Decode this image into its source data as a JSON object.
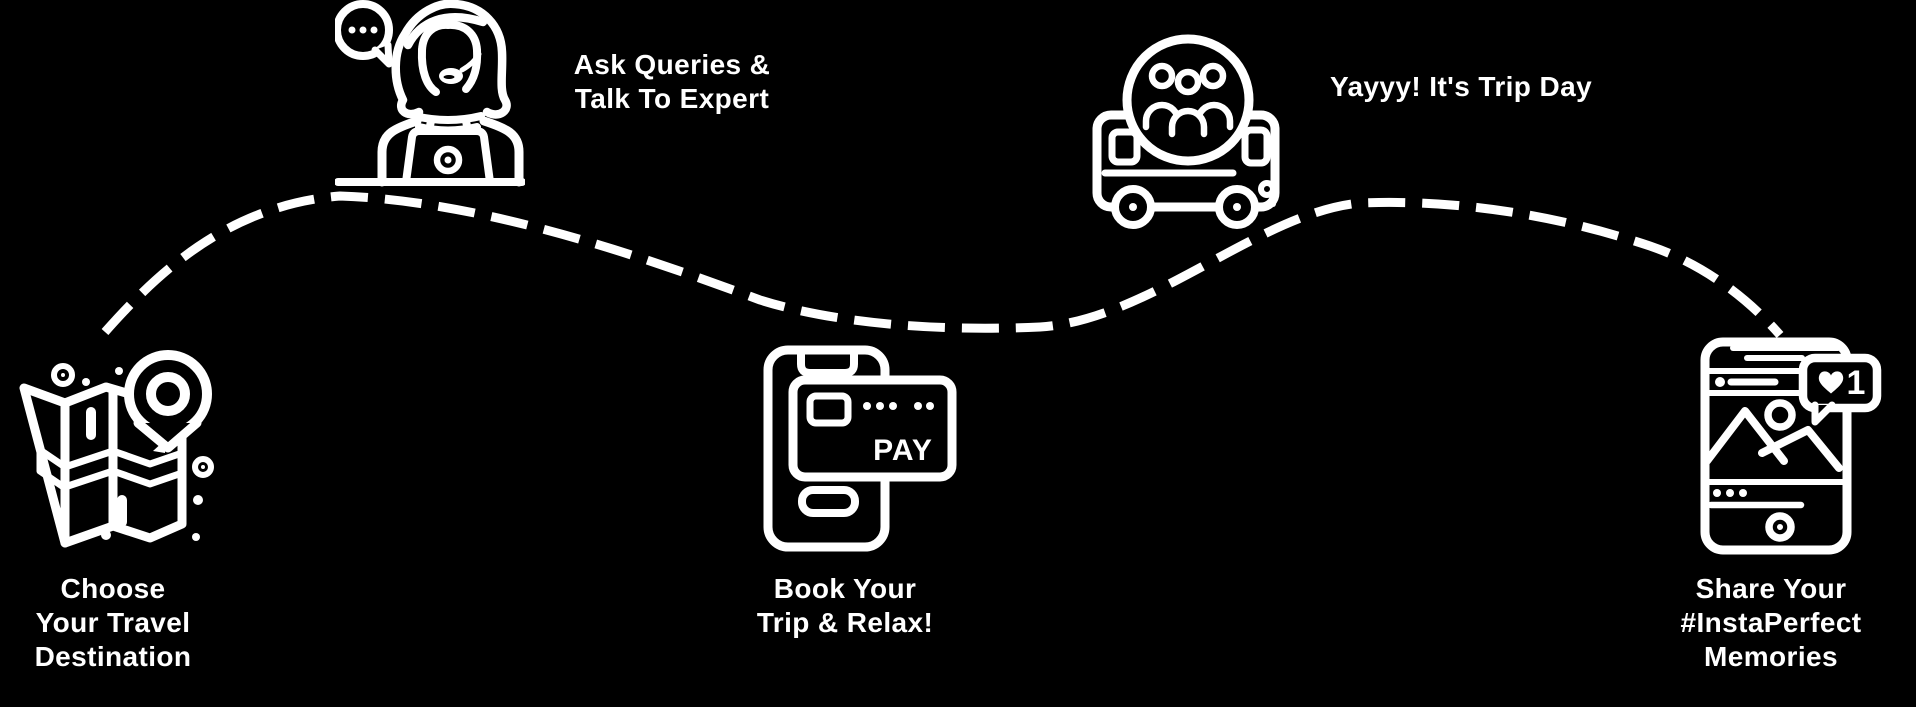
{
  "background": "#000000",
  "line_color": "#ffffff",
  "steps": [
    {
      "id": "choose-destination",
      "icon": "map-location-icon",
      "lines": [
        "Choose",
        "Your Travel",
        "Destination"
      ]
    },
    {
      "id": "ask-queries",
      "icon": "support-expert-icon",
      "lines": [
        "Ask Queries &",
        "Talk To Expert"
      ]
    },
    {
      "id": "book-trip",
      "icon": "mobile-payment-icon",
      "lines": [
        "Book Your",
        "Trip & Relax!"
      ]
    },
    {
      "id": "trip-day",
      "icon": "trip-bus-icon",
      "lines": [
        "Yayyy! It's Trip Day"
      ]
    },
    {
      "id": "share-memories",
      "icon": "social-share-icon",
      "lines": [
        "Share Your",
        "#InstaPerfect",
        "Memories"
      ]
    }
  ],
  "icon_labels": {
    "pay": "PAY",
    "like_count": "1"
  }
}
